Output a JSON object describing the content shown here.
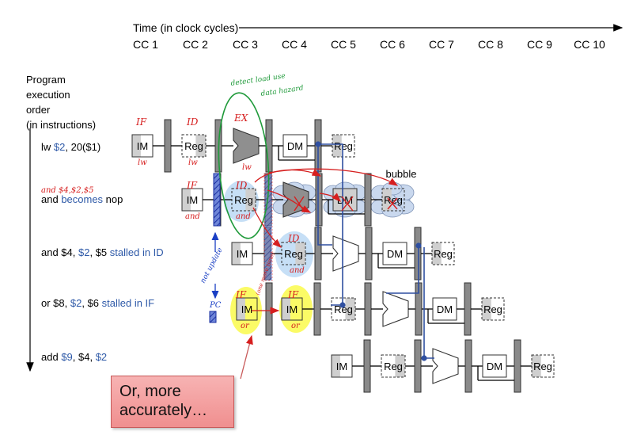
{
  "title": "Time (in clock cycles)",
  "cycles": [
    "CC 1",
    "CC 2",
    "CC 3",
    "CC 4",
    "CC 5",
    "CC 6",
    "CC 7",
    "CC 8",
    "CC 9",
    "CC 10"
  ],
  "program_order_label": [
    "Program",
    "execution",
    "order",
    "(in instructions)"
  ],
  "instructions": [
    {
      "parts": [
        [
          "lw ",
          "k"
        ],
        [
          "$2",
          "b"
        ],
        [
          ", 20($1)",
          "k"
        ]
      ]
    },
    {
      "parts": [
        [
          "and ",
          "k"
        ],
        [
          "becomes",
          "b"
        ],
        [
          " nop",
          "k"
        ]
      ]
    },
    {
      "parts": [
        [
          "and $4, ",
          "k"
        ],
        [
          "$2",
          "b"
        ],
        [
          ", $5 ",
          "k"
        ],
        [
          "stalled in ID",
          "b"
        ]
      ]
    },
    {
      "parts": [
        [
          "or $8, ",
          "k"
        ],
        [
          "$2",
          "b"
        ],
        [
          ", $6 ",
          "k"
        ],
        [
          "stalled in IF",
          "b"
        ]
      ]
    },
    {
      "parts": [
        [
          "add ",
          "k"
        ],
        [
          "$9",
          "b"
        ],
        [
          ", $4, ",
          "k"
        ],
        [
          "$2",
          "b"
        ]
      ]
    }
  ],
  "stage_labels": {
    "im": "IM",
    "reg": "Reg",
    "dm": "DM"
  },
  "bubble_label": "bubble",
  "callout_lines": [
    "Or, more",
    "accurately…"
  ],
  "annotations": {
    "green_top": [
      "detect load use",
      "data hazard"
    ],
    "if": "IF",
    "id": "ID",
    "ex": "EX",
    "lw": "lw",
    "and": "and",
    "or": "or",
    "and_regs": "and $4,$2,$5",
    "not_update": "not update",
    "pc": "PC",
    "if_note": "(one more time)"
  },
  "colors": {
    "blue_text": "#2f5aa8",
    "ink_red": "#d61f1f",
    "ink_green": "#1f9a3a",
    "ink_blue": "#1a3fc4",
    "highlight_blue": "#bcd9f5",
    "highlight_yellow": "#fbfb66",
    "callout": "#f4a3a3"
  }
}
